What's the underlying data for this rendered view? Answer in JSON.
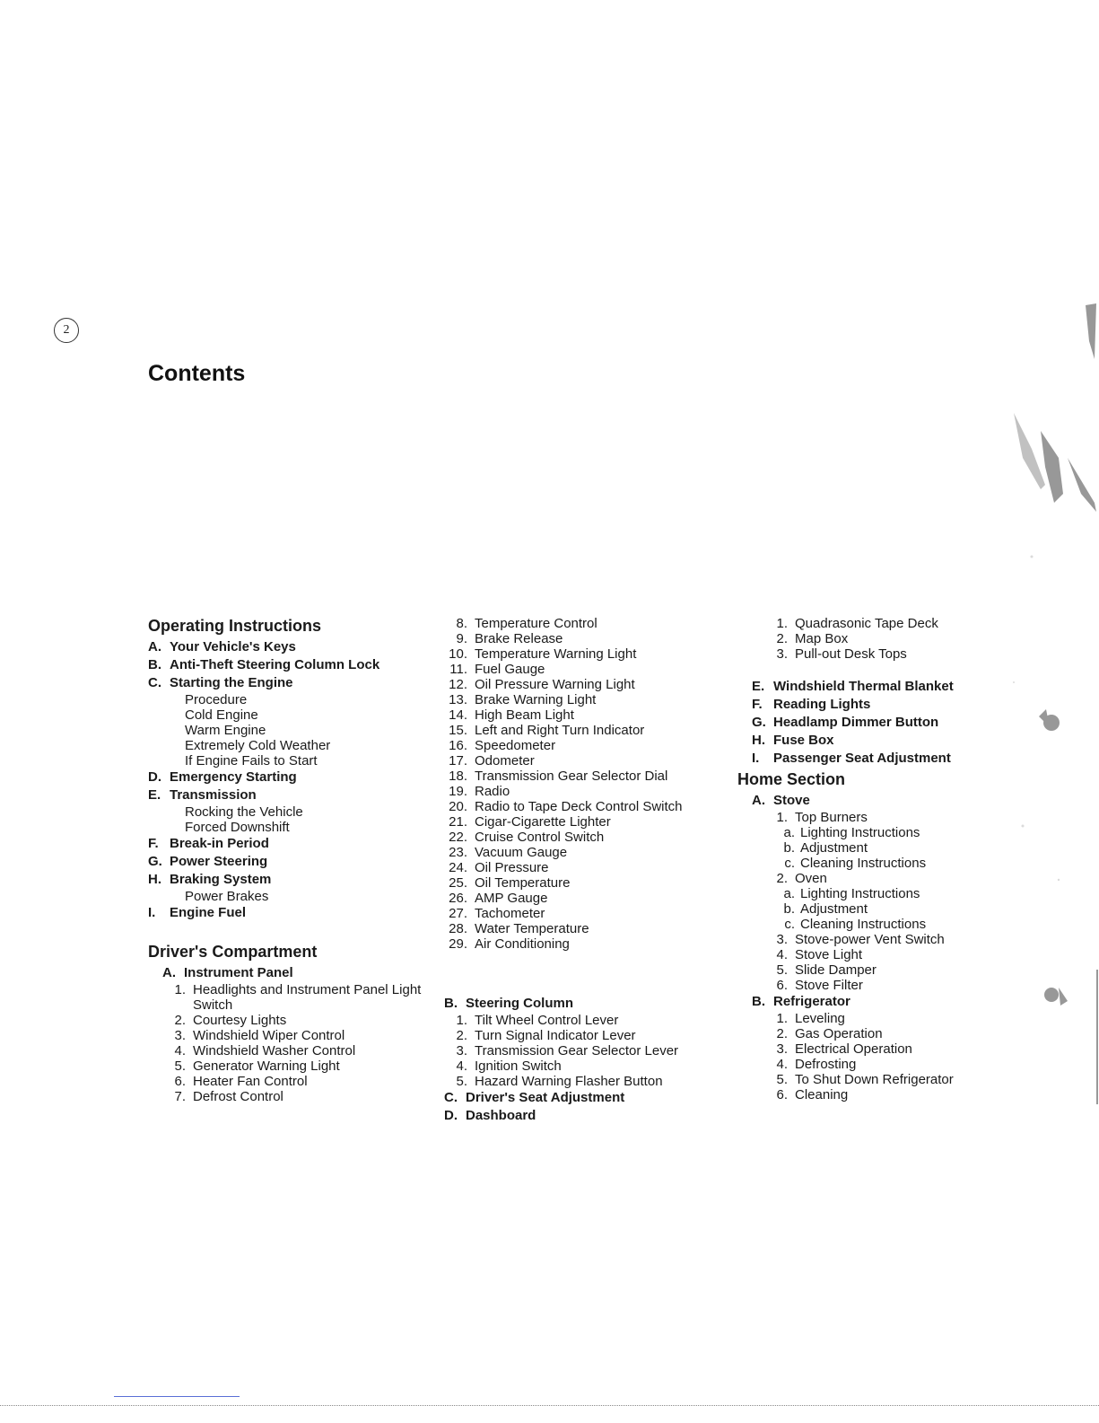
{
  "page_mark": "2",
  "title": "Contents",
  "col1": {
    "op_head": "Operating Instructions",
    "op_items": [
      {
        "key": "A.",
        "label": "Your Vehicle's Keys"
      },
      {
        "key": "B.",
        "label": "Anti-Theft Steering Column Lock"
      },
      {
        "key": "C.",
        "label": "Starting the Engine"
      }
    ],
    "starting_sub": [
      "Procedure",
      "Cold Engine",
      "Warm Engine",
      "Extremely Cold Weather",
      "If Engine Fails to Start"
    ],
    "op_items2": [
      {
        "key": "D.",
        "label": "Emergency Starting"
      },
      {
        "key": "E.",
        "label": "Transmission"
      }
    ],
    "transmission_sub": [
      "Rocking the Vehicle",
      "Forced Downshift"
    ],
    "op_items3": [
      {
        "key": "F.",
        "label": "Break-in Period"
      },
      {
        "key": "G.",
        "label": "Power Steering"
      },
      {
        "key": "H.",
        "label": "Braking System"
      }
    ],
    "braking_sub": [
      "Power Brakes"
    ],
    "op_items4": [
      {
        "key": "I.",
        "label": "Engine Fuel"
      }
    ],
    "driver_head": "Driver's Compartment",
    "instrument": {
      "key": "A.",
      "label": "Instrument Panel"
    },
    "instrument_items": [
      {
        "key": "1.",
        "label": "Headlights and Instrument Panel Light Switch"
      },
      {
        "key": "2.",
        "label": "Courtesy Lights"
      },
      {
        "key": "3.",
        "label": "Windshield Wiper Control"
      },
      {
        "key": "4.",
        "label": "Windshield Washer Control"
      },
      {
        "key": "5.",
        "label": "Generator Warning Light"
      },
      {
        "key": "6.",
        "label": "Heater Fan Control"
      },
      {
        "key": "7.",
        "label": "Defrost Control"
      }
    ]
  },
  "col2": {
    "panel_items": [
      {
        "key": "8.",
        "label": "Temperature Control"
      },
      {
        "key": "9.",
        "label": "Brake Release"
      },
      {
        "key": "10.",
        "label": "Temperature Warning Light"
      },
      {
        "key": "11.",
        "label": "Fuel Gauge"
      },
      {
        "key": "12.",
        "label": "Oil Pressure Warning Light"
      },
      {
        "key": "13.",
        "label": "Brake Warning Light"
      },
      {
        "key": "14.",
        "label": "High Beam Light"
      },
      {
        "key": "15.",
        "label": "Left and Right Turn Indicator"
      },
      {
        "key": "16.",
        "label": "Speedometer"
      },
      {
        "key": "17.",
        "label": "Odometer"
      },
      {
        "key": "18.",
        "label": "Transmission Gear Selector Dial"
      },
      {
        "key": "19.",
        "label": "Radio"
      },
      {
        "key": "20.",
        "label": "Radio to Tape Deck Control Switch"
      },
      {
        "key": "21.",
        "label": "Cigar-Cigarette Lighter"
      },
      {
        "key": "22.",
        "label": "Cruise Control Switch"
      },
      {
        "key": "23.",
        "label": "Vacuum Gauge"
      },
      {
        "key": "24.",
        "label": "Oil Pressure"
      },
      {
        "key": "25.",
        "label": "Oil Temperature"
      },
      {
        "key": "26.",
        "label": "AMP Gauge"
      },
      {
        "key": "27.",
        "label": "Tachometer"
      },
      {
        "key": "28.",
        "label": "Water Temperature"
      },
      {
        "key": "29.",
        "label": "Air Conditioning"
      }
    ],
    "steering": {
      "key": "B.",
      "label": "Steering Column"
    },
    "steering_items": [
      {
        "key": "1.",
        "label": "Tilt Wheel Control Lever"
      },
      {
        "key": "2.",
        "label": "Turn Signal Indicator Lever"
      },
      {
        "key": "3.",
        "label": "Transmission Gear Selector Lever"
      },
      {
        "key": "4.",
        "label": "Ignition Switch"
      },
      {
        "key": "5.",
        "label": "Hazard Warning Flasher Button"
      }
    ],
    "tail_items": [
      {
        "key": "C.",
        "label": "Driver's Seat Adjustment"
      },
      {
        "key": "D.",
        "label": "Dashboard"
      }
    ]
  },
  "col3": {
    "dash_items": [
      {
        "key": "1.",
        "label": "Quadrasonic Tape Deck"
      },
      {
        "key": "2.",
        "label": "Map Box"
      },
      {
        "key": "3.",
        "label": "Pull-out Desk Tops"
      }
    ],
    "letters": [
      {
        "key": "E.",
        "label": "Windshield Thermal Blanket"
      },
      {
        "key": "F.",
        "label": "Reading Lights"
      },
      {
        "key": "G.",
        "label": "Headlamp Dimmer Button"
      },
      {
        "key": "H.",
        "label": "Fuse Box"
      },
      {
        "key": "I.",
        "label": "Passenger Seat Adjustment"
      }
    ],
    "home_head": "Home Section",
    "stove": {
      "key": "A.",
      "label": "Stove"
    },
    "burners": {
      "key": "1.",
      "label": "Top Burners"
    },
    "burner_sub": [
      {
        "key": "a.",
        "label": "Lighting Instructions"
      },
      {
        "key": "b.",
        "label": "Adjustment"
      },
      {
        "key": "c.",
        "label": "Cleaning Instructions"
      }
    ],
    "oven": {
      "key": "2.",
      "label": "Oven"
    },
    "oven_sub": [
      {
        "key": "a.",
        "label": "Lighting Instructions"
      },
      {
        "key": "b.",
        "label": "Adjustment"
      },
      {
        "key": "c.",
        "label": "Cleaning Instructions"
      }
    ],
    "stove_rest": [
      {
        "key": "3.",
        "label": "Stove-power Vent Switch"
      },
      {
        "key": "4.",
        "label": "Stove Light"
      },
      {
        "key": "5.",
        "label": "Slide Damper"
      },
      {
        "key": "6.",
        "label": "Stove Filter"
      }
    ],
    "fridge": {
      "key": "B.",
      "label": "Refrigerator"
    },
    "fridge_items": [
      {
        "key": "1.",
        "label": "Leveling"
      },
      {
        "key": "2.",
        "label": "Gas Operation"
      },
      {
        "key": "3.",
        "label": "Electrical Operation"
      },
      {
        "key": "4.",
        "label": "Defrosting"
      },
      {
        "key": "5.",
        "label": "To Shut Down Refrigerator"
      },
      {
        "key": "6.",
        "label": "Cleaning"
      }
    ]
  }
}
